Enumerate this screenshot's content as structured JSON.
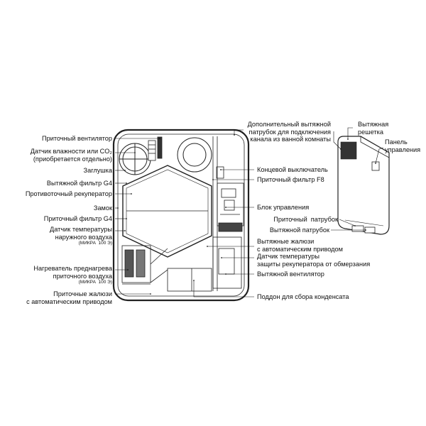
{
  "labels": {
    "supply_fan": "Приточный вентилятор",
    "humidity_sensor": "Датчик влажности или CO₂\n(приобретается отдельно)",
    "plug": "Заглушка",
    "exhaust_filter_g4": "Вытяжной фильтр G4",
    "counterflow_recuperator": "Противоточный рекуператор",
    "lock": "Замок",
    "supply_filter_g4": "Приточный фильтр G4",
    "outdoor_temp_sensor": "Датчик температуры\nнаружного воздуха",
    "outdoor_temp_sensor_note": "(МИКРА  100 Э)",
    "preheater": "Нагреватель преднагрева\nприточного воздуха",
    "preheater_note": "(МИКРА  100 Э)",
    "supply_shutters": "Приточные жалюзи\nс автоматическим приводом",
    "extra_exhaust_pipe": "Дополнительный вытяжной\nпатрубок для подключения\nканала из ванной комнаты",
    "limit_switch": "Концевой выключатель",
    "supply_filter_f8": "Приточный фильтр F8",
    "control_unit": "Блок управления",
    "exhaust_shutters": "Вытяжные жалюзи\nс автоматическим приводом",
    "frost_sensor": "Датчик температуры\nзащиты рекуператора от обмерзания",
    "exhaust_fan": "Вытяжной вентилятор",
    "condensate_tray": "Поддон для сбора конденсата",
    "exhaust_grille": "Вытяжная\nрешетка",
    "control_panel": "Панель\nуправления",
    "supply_pipe": "Приточный  патрубок",
    "exhaust_pipe": "Вытяжной патрубок"
  }
}
